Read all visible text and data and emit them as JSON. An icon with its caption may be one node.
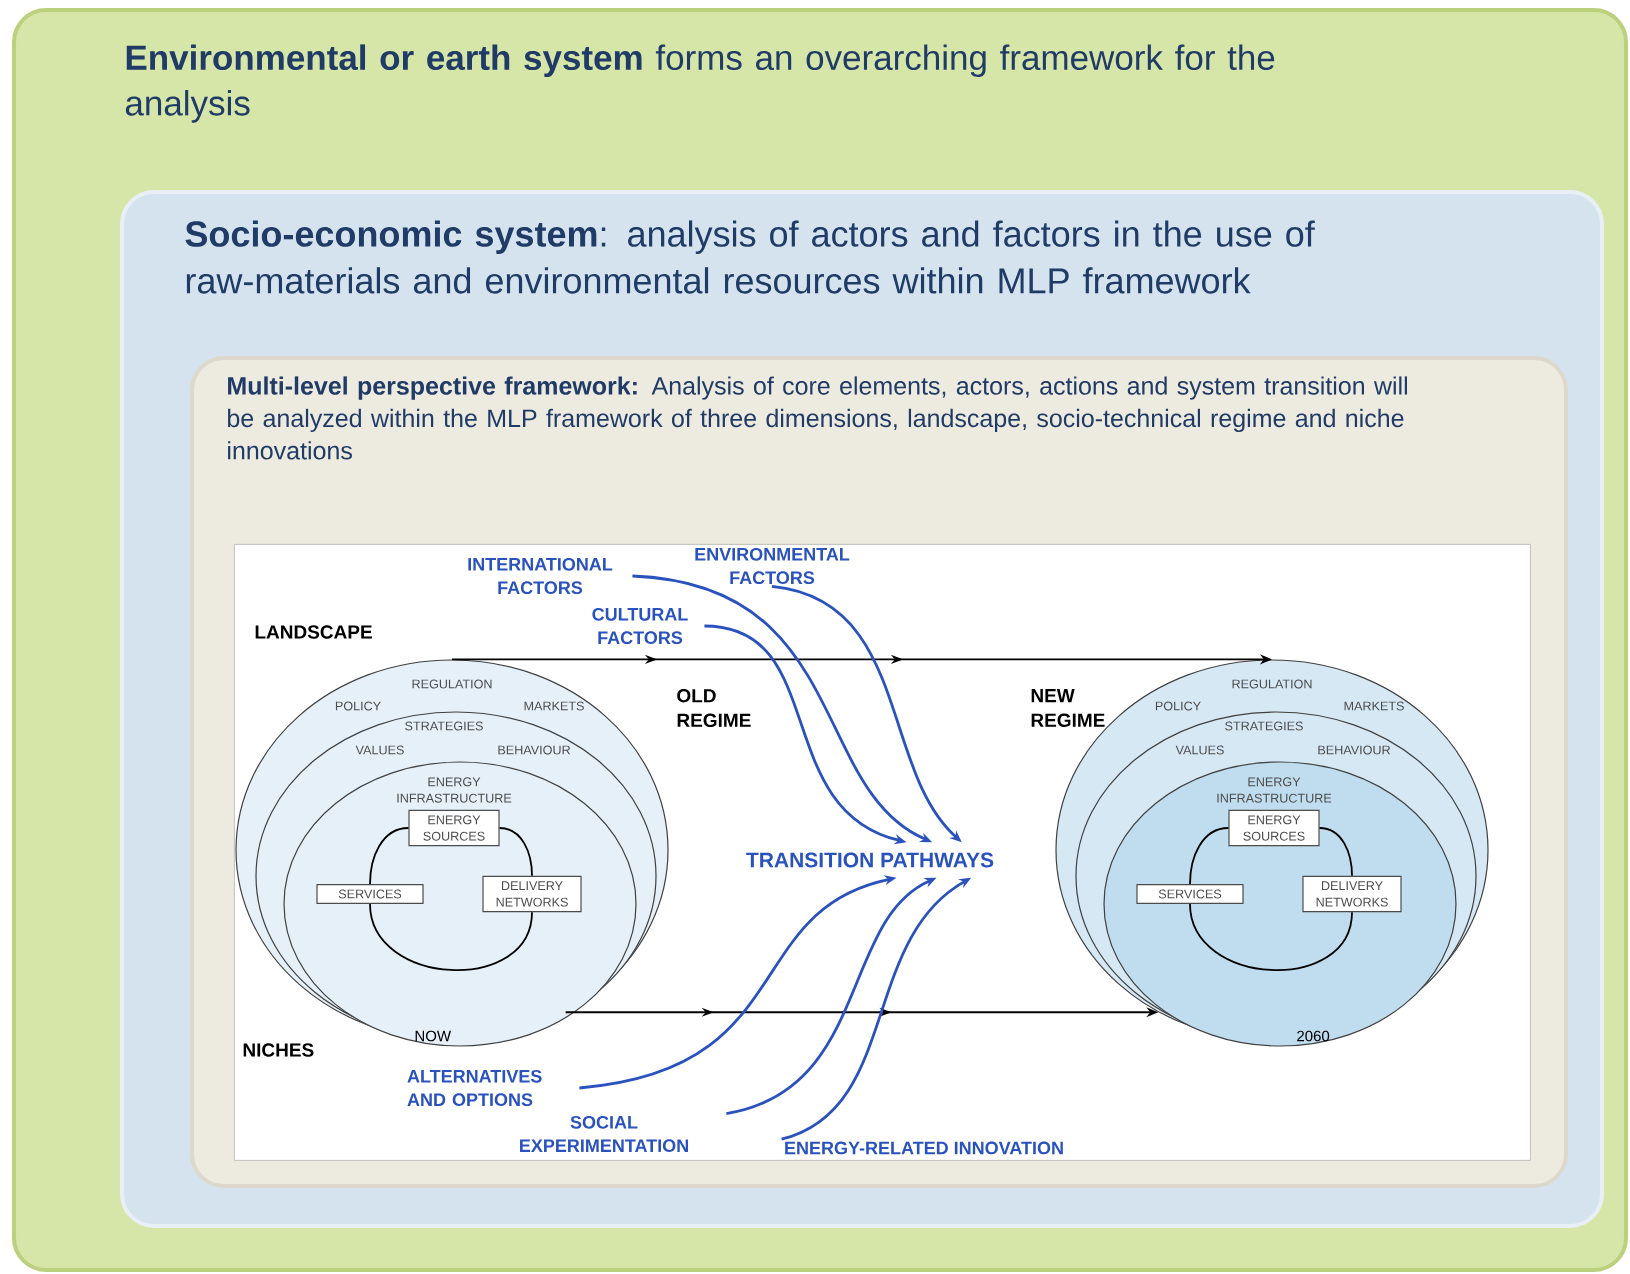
{
  "diagram": {
    "nodes": [
      {
        "text": [
          "**Environmental or earth system** forms an overarching framework for the analysis"
        ]
      },
      {
        "text": [
          "**Socio-economic system**: analysis of actors and factors in the use of raw-materials and environmental resources within MLP framework"
        ],
        "in": 0
      },
      {
        "text": [
          "**Multi-level perspective framework:** Analysis of core elements, actors, actions and system transition will be analyzed within the MLP framework of three dimensions, landscape, socio-technical regime and niche innovations"
        ],
        "in": 1
      },
      {
        "text": [],
        "shape": "box",
        "in": 2
      },
      {
        "text": [
          "REGULATION",
          "POLICY",
          "MARKETS"
        ],
        "in": 3
      },
      {
        "text": [
          "STRATEGIES",
          "VALUES",
          "BEHAVIOUR"
        ],
        "in": 4
      },
      {
        "text": [
          "ENERGY INFRASTRUCTURE"
        ],
        "in": 5
      },
      {
        "text": [
          "ENERGY SOURCES"
        ],
        "in": 6
      },
      {
        "text": [
          "SERVICES"
        ],
        "in": 6
      },
      {
        "text": [
          "DELIVERY NETWORKS"
        ],
        "in": 6
      },
      {
        "text": [
          "REGULATION",
          "POLICY",
          "MARKETS"
        ],
        "in": 3
      },
      {
        "text": [
          "STRATEGIES",
          "VALUES",
          "BEHAVIOUR"
        ],
        "in": 10
      },
      {
        "text": [
          "ENERGY INFRASTRUCTURE"
        ],
        "in": 11
      },
      {
        "text": [
          "ENERGY SOURCES"
        ],
        "in": 12
      },
      {
        "text": [
          "SERVICES"
        ],
        "in": 12
      },
      {
        "text": [
          "DELIVERY NETWORKS"
        ],
        "in": 12
      },
      {
        "text": [
          "INTERNATIONAL FACTORS"
        ],
        "in": 3
      },
      {
        "text": [
          "ENVIRONMENTAL FACTORS"
        ],
        "in": 3
      },
      {
        "text": [
          "CULTURAL FACTORS"
        ],
        "in": 3
      },
      {
        "text": [
          "TRANSITION PATHWAYS"
        ],
        "in": 3
      },
      {
        "text": [
          "ALTERNATIVES AND OPTIONS"
        ],
        "in": 3
      },
      {
        "text": [
          "SOCIAL EXPERIMENTATION"
        ],
        "in": 3
      },
      {
        "text": [
          "ENERGY-RELATED INNOVATION"
        ],
        "in": 3
      }
    ],
    "edges": [
      {
        "from": 7,
        "to": 9,
        "arrow": "none"
      },
      {
        "from": 9,
        "to": 8,
        "arrow": "none"
      },
      {
        "from": 8,
        "to": 7,
        "arrow": "none"
      },
      {
        "from": 13,
        "to": 15,
        "arrow": "none"
      },
      {
        "from": 15,
        "to": 14,
        "arrow": "none"
      },
      {
        "from": 14,
        "to": 13,
        "arrow": "none"
      },
      {
        "from": 4,
        "to": 10,
        "arrow": "to"
      },
      {
        "from": 4,
        "to": 10,
        "arrow": "to"
      },
      {
        "from": 16,
        "to": 19,
        "arrow": "to",
        "color": "#2a52be"
      },
      {
        "from": 17,
        "to": 19,
        "arrow": "to",
        "color": "#2a52be"
      },
      {
        "from": 18,
        "to": 19,
        "arrow": "to",
        "color": "#2a52be"
      },
      {
        "from": 20,
        "to": 19,
        "arrow": "to",
        "color": "#2a52be"
      },
      {
        "from": 21,
        "to": 19,
        "arrow": "to",
        "color": "#2a52be"
      },
      {
        "from": 22,
        "to": 19,
        "arrow": "to",
        "color": "#2a52be"
      }
    ],
    "labels": [
      "LANDSCAPE",
      "OLD REGIME",
      "NEW REGIME",
      "NICHES",
      "NOW",
      "2060"
    ]
  }
}
